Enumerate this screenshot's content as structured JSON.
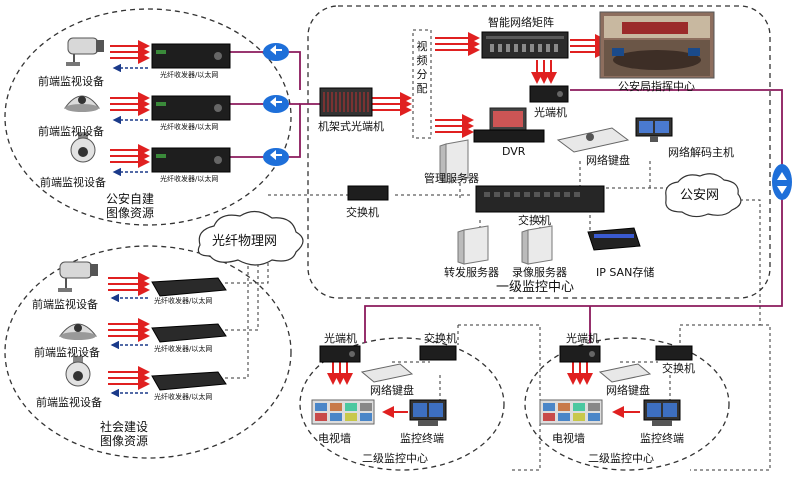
{
  "labels": {
    "front_device": "前端监视设备",
    "transceiver": "光纤收发器/以太网",
    "police_resource_line1": "公安自建",
    "police_resource_line2": "图像资源",
    "fiber_network": "光纤物理网",
    "social_resource_line1": "社会建设",
    "social_resource_line2": "图像资源",
    "rack_optical": "机架式光端机",
    "video_distribution": "视频分配",
    "matrix": "智能网络矩阵",
    "command_center": "公安局指挥中心",
    "optical_terminal": "光端机",
    "dvr": "DVR",
    "mgmt_server": "管理服务器",
    "net_keyboard": "网络键盘",
    "net_decoder": "网络解码主机",
    "switch": "交换机",
    "police_net": "公安网",
    "forward_server": "转发服务器",
    "record_server": "录像服务器",
    "ip_san": "IP SAN存储",
    "level1_center": "一级监控中心",
    "tv_wall": "电视墙",
    "monitor_terminal": "监控终端",
    "level2_center": "二级监控中心"
  },
  "colors": {
    "fiber_line": "#8b1a5c",
    "red_arrow": "#e02020",
    "blue_arrow": "#1a3a8a",
    "dashed": "#333333",
    "network_icon": "#1e6fd9"
  }
}
